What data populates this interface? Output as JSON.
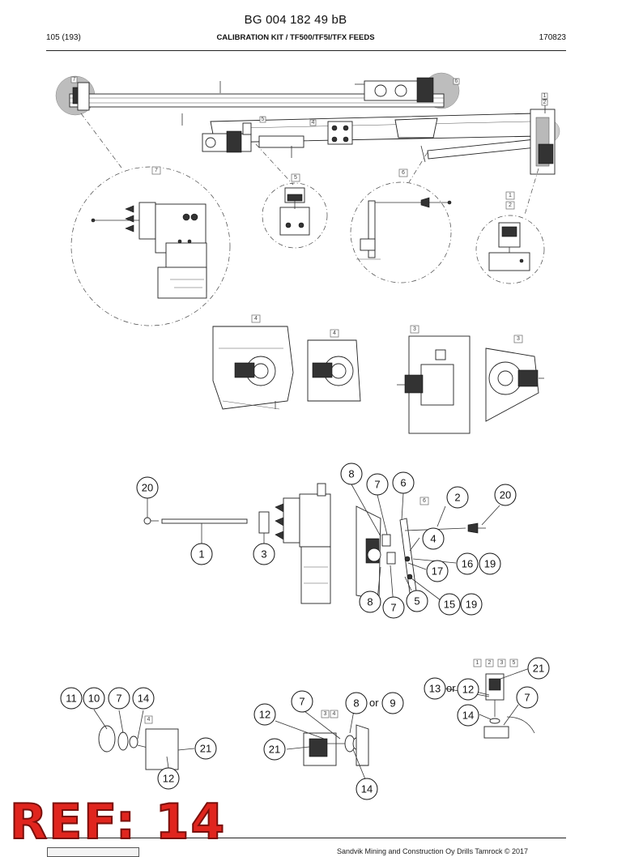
{
  "header": {
    "doc_number": "BG 004 182 49 bB",
    "page": "105 (193)",
    "title": "CALIBRATION KIT / TF500/TF5I/TFX FEEDS",
    "date": "170823"
  },
  "footer": {
    "text": "Sandvik Mining and Construction Oy Drills Tamrock © 2017"
  },
  "stamp": {
    "text": "REF: 14",
    "color": "#e0251e"
  },
  "view_tags": {
    "tag_1": "1",
    "tag_2": "2",
    "tag_3": "3",
    "tag_4": "4",
    "tag_5": "5",
    "tag_6": "6",
    "tag_7": "7"
  },
  "callouts": {
    "n1": "1",
    "n2": "2",
    "n3": "3",
    "n4": "4",
    "n5": "5",
    "n6": "6",
    "n7": "7",
    "n8": "8",
    "n9": "9",
    "n10": "10",
    "n11": "11",
    "n12": "12",
    "n13": "13",
    "n14": "14",
    "n15": "15",
    "n16": "16",
    "n17": "17",
    "n19": "19",
    "n20": "20",
    "n21": "21"
  },
  "labels": {
    "or": "or"
  }
}
